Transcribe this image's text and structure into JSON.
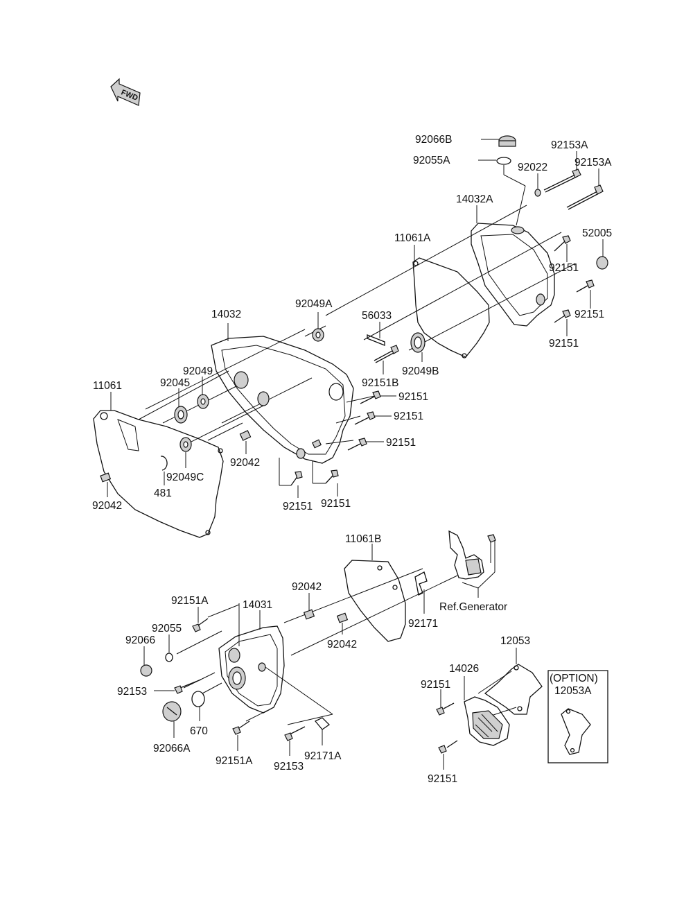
{
  "fwd_label": "FWD",
  "labels": {
    "p92066B": "92066B",
    "p92055A": "92055A",
    "p92022": "92022",
    "p92153A_1": "92153A",
    "p92153A_2": "92153A",
    "p14032A": "14032A",
    "p52005": "52005",
    "p11061A": "11061A",
    "p92151_a": "92151",
    "p92151_b": "92151",
    "p92151_c": "92151",
    "p92049A": "92049A",
    "p56033": "56033",
    "p14032": "14032",
    "p92049B": "92049B",
    "p92151B": "92151B",
    "p92049": "92049",
    "p92045": "92045",
    "p11061": "11061",
    "p92151_d": "92151",
    "p92151_e": "92151",
    "p92151_f": "92151",
    "p92042_a": "92042",
    "p92049C": "92049C",
    "p481": "481",
    "p92042_b": "92042",
    "p92151_g": "92151",
    "p92151_h": "92151",
    "p11061B": "11061B",
    "p92042_c": "92042",
    "p92151A_1": "92151A",
    "p14031": "14031",
    "p92055": "92055",
    "p92066": "92066",
    "p92171": "92171",
    "ref_generator": "Ref.Generator",
    "p92042_d": "92042",
    "p12053": "12053",
    "p14026": "14026",
    "p92151_i": "92151",
    "option": "(OPTION)",
    "p12053A": "12053A",
    "p92153_a": "92153",
    "p670": "670",
    "p92066A": "92066A",
    "p92151A_2": "92151A",
    "p92153_b": "92153",
    "p92171A": "92171A",
    "p92151_j": "92151"
  }
}
